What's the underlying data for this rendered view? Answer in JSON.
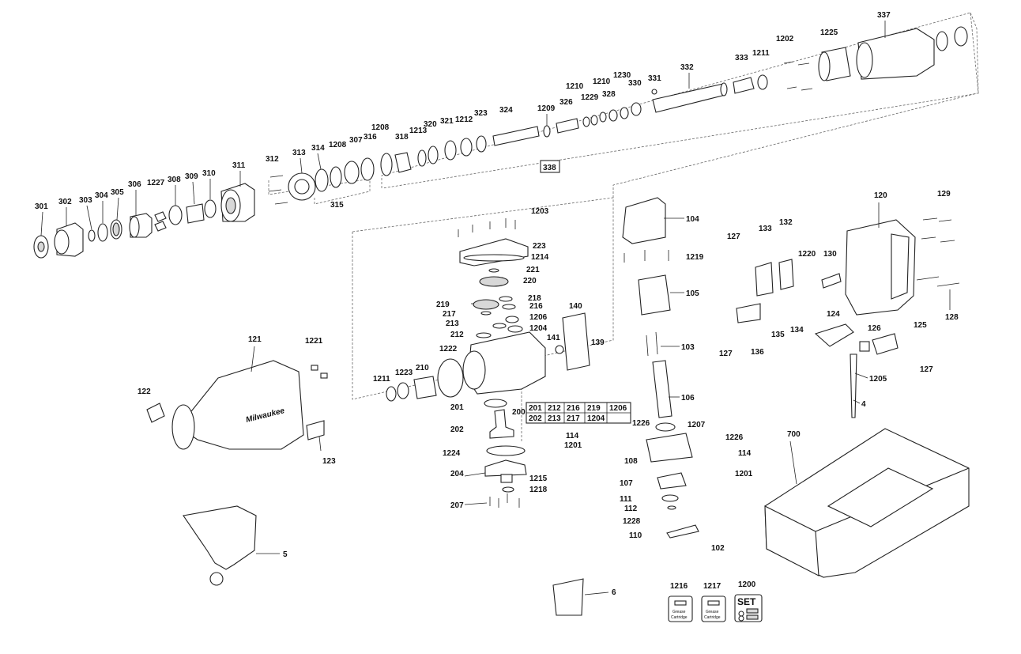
{
  "labels": {
    "301": "301",
    "302": "302",
    "303": "303",
    "304": "304",
    "305": "305",
    "306": "306",
    "1227": "1227",
    "308": "308",
    "309": "309",
    "310": "310",
    "311": "311",
    "312": "312",
    "313": "313",
    "314": "314",
    "1208a": "1208",
    "307": "307",
    "316": "316",
    "315": "315",
    "1208b": "1208",
    "318": "318",
    "1213": "1213",
    "320": "320",
    "321": "321",
    "1212": "1212",
    "323": "323",
    "324": "324",
    "1209": "1209",
    "326": "326",
    "1210a": "1210",
    "1229": "1229",
    "1210b": "1210",
    "328": "328",
    "1230": "1230",
    "330": "330",
    "331": "331",
    "332": "332",
    "333": "333",
    "1211a": "1211",
    "1202": "1202",
    "1225": "1225",
    "337": "337",
    "338": "338",
    "1203": "1203",
    "223": "223",
    "1214": "1214",
    "221": "221",
    "220": "220",
    "219": "219",
    "218": "218",
    "217": "217",
    "216": "216",
    "1206": "1206",
    "213": "213",
    "212": "212",
    "1204": "1204",
    "140": "140",
    "141": "141",
    "139": "139",
    "1222": "1222",
    "1211b": "1211",
    "1223": "1223",
    "210": "210",
    "201": "201",
    "200": "200",
    "202": "202",
    "1224": "1224",
    "204": "204",
    "1215": "1215",
    "1218": "1218",
    "207": "207",
    "104": "104",
    "1219": "1219",
    "105": "105",
    "103": "103",
    "106": "106",
    "1226a": "1226",
    "1207": "1207",
    "114a": "114",
    "1201a": "1201",
    "108": "108",
    "1226b": "1226",
    "114b": "114",
    "1201b": "1201",
    "107": "107",
    "111": "111",
    "112": "112",
    "1228": "1228",
    "110": "110",
    "102": "102",
    "127a": "127",
    "133": "133",
    "132": "132",
    "1220": "1220",
    "130": "130",
    "120": "120",
    "129": "129",
    "128": "128",
    "124": "124",
    "134": "134",
    "135": "135",
    "136": "136",
    "127b": "127",
    "126": "126",
    "125": "125",
    "127c": "127",
    "1205": "1205",
    "4": "4",
    "121": "121",
    "1221": "1221",
    "122": "122",
    "123": "123",
    "5": "5",
    "700": "700",
    "6": "6",
    "1216": "1216",
    "1217": "1217",
    "1200": "1200"
  },
  "kit_table": {
    "row1": [
      "201",
      "212",
      "216",
      "219",
      "1206"
    ],
    "row2": [
      "202",
      "213",
      "217",
      "1204"
    ]
  },
  "grease_cartridge": {
    "line1": "Grease",
    "line2": "Cartridge"
  },
  "set_badge": "SET",
  "brand_mark": "Milwaukee"
}
